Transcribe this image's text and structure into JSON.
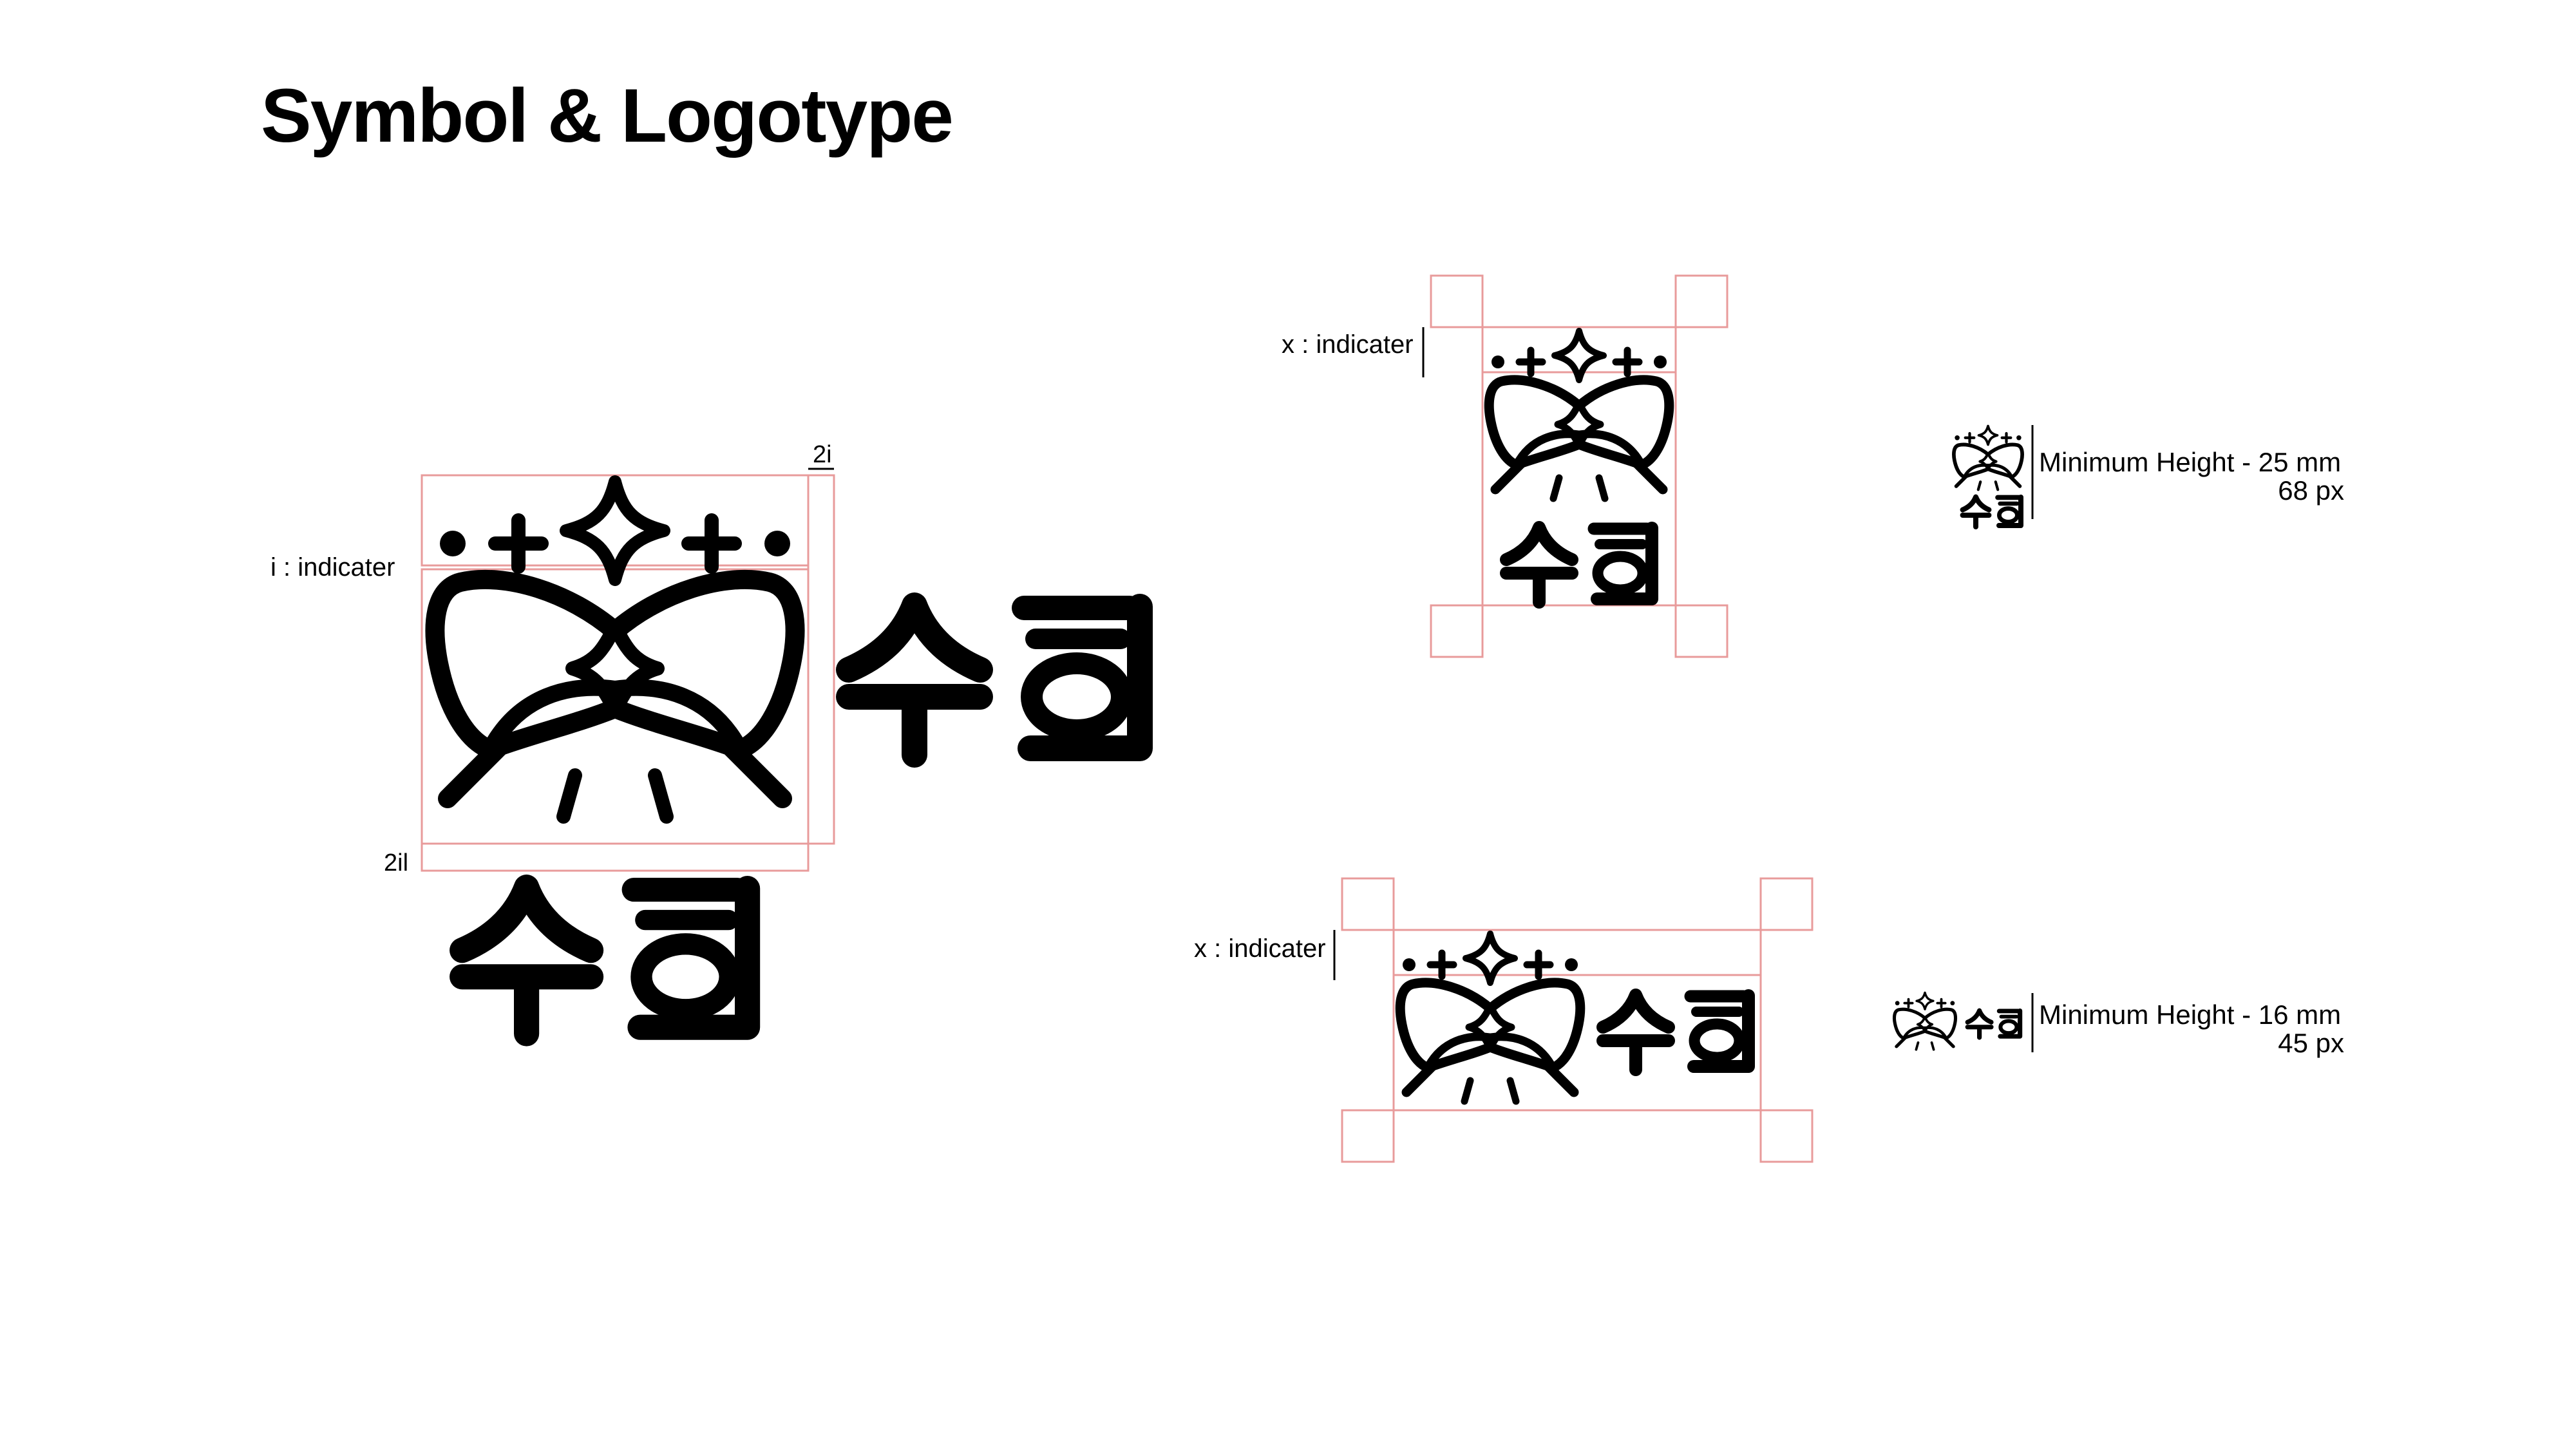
{
  "title": "Symbol & Logotype",
  "colors": {
    "ink": "#000000",
    "guide": "#e89b9b",
    "background": "#ffffff"
  },
  "logotype": "수희",
  "main_figure": {
    "indicator_label": "i  : indicater",
    "top_right_label": "2i",
    "bottom_left_label": "2il"
  },
  "vertical_variant": {
    "indicator_label": "x : indicater"
  },
  "horizontal_variant": {
    "indicator_label": "x : indicater"
  },
  "minimum_sizes": [
    {
      "line1": "Minimum Height - 25 mm",
      "line2": "68 px"
    },
    {
      "line1": "Minimum Height - 16 mm",
      "line2": "45 px"
    }
  ]
}
